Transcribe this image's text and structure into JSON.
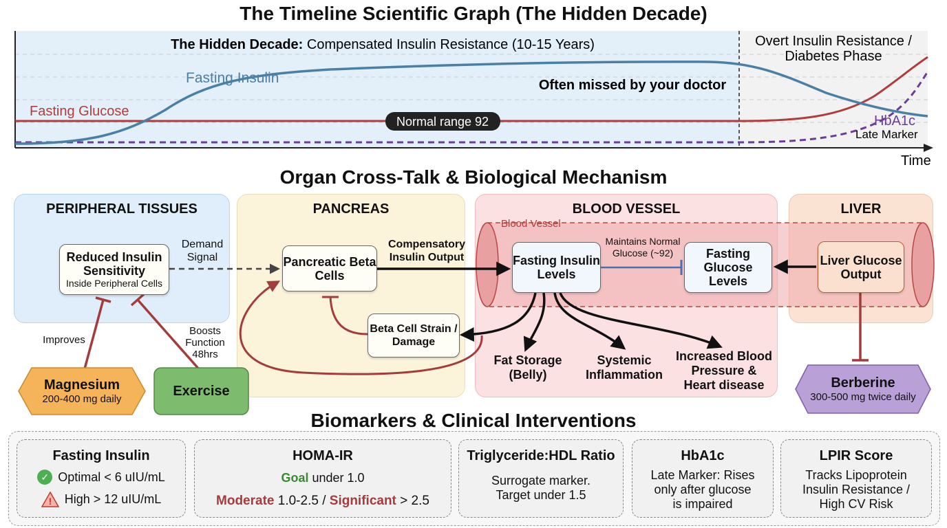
{
  "timeline": {
    "title": "The Timeline Scientific Graph (The Hidden Decade)",
    "hidden_decade_bold": "The Hidden Decade:",
    "hidden_decade_rest": " Compensated Insulin Resistance (10-15 Years)",
    "overt_phase": [
      "Overt Insulin Resistance /",
      "Diabetes Phase"
    ],
    "fasting_insulin": "Fasting Insulin",
    "fasting_glucose": "Fasting Glucose",
    "often_missed": "Often missed by your doctor",
    "normal_range": "Normal range 92",
    "hba1c": "HbA1c",
    "late_marker": "Late Marker",
    "time": "Time",
    "colors": {
      "insulin": "#4a7fa6",
      "glucose": "#b03c3c",
      "hba1c": "#6a3d9a",
      "hidden_bg": "#e3f0fa",
      "overt_bg": "#f2f2f2"
    }
  },
  "mechanism": {
    "title": "Organ Cross-Talk & Biological Mechanism",
    "panels": {
      "peripheral": "PERIPHERAL TISSUES",
      "pancreas": "PANCREAS",
      "blood_vessel": "BLOOD VESSEL",
      "liver": "LIVER"
    },
    "vessel_label": "Blood Vessel",
    "nodes": {
      "reduced_title": "Reduced Insulin Sensitivity",
      "reduced_sub": "Inside Peripheral Cells",
      "beta_cells": "Pancreatic Beta Cells",
      "beta_strain": "Beta Cell Strain / Damage",
      "fasting_insulin": "Fasting Insulin Levels",
      "fasting_glucose": "Fasting Glucose Levels",
      "liver_output": "Liver Glucose Output"
    },
    "labels": {
      "demand": "Demand Signal",
      "compensatory": "Compensatory Insulin Output",
      "maintains": "Maintains Normal Glucose (~92)",
      "improves": "Improves",
      "boosts": "Boosts Function 48hrs",
      "fat": "Fat Storage (Belly)",
      "inflammation": "Systemic Inflammation",
      "bp": "Increased Blood Pressure & Heart disease"
    },
    "interventions": {
      "magnesium": "Magnesium",
      "magnesium_dose": "200-400 mg daily",
      "exercise": "Exercise",
      "berberine": "Berberine",
      "berberine_dose": "300-500 mg twice daily"
    }
  },
  "biomarkers": {
    "title": "Biomarkers & Clinical Interventions",
    "fasting_insulin": {
      "title": "Fasting Insulin",
      "optimal": "Optimal < 6 uIU/mL",
      "high": "High > 12 uIU/mL"
    },
    "homa": {
      "title": "HOMA-IR",
      "goal": "Goal",
      "goal_rest": " under 1.0",
      "moderate": "Moderate",
      "moderate_rest": " 1.0-2.5 / ",
      "significant": "Significant",
      "significant_rest": " > 2.5"
    },
    "trig": {
      "title": "Triglyceride:HDL Ratio",
      "line1": "Surrogate marker.",
      "line2": "Target under 1.5"
    },
    "hba1c": {
      "title": "HbA1c",
      "line1": "Late Marker: Rises",
      "line2": "only after glucose",
      "line3": "is impaired"
    },
    "lpir": {
      "title": "LPIR Score",
      "line1": "Tracks Lipoprotein",
      "line2": "Insulin Resistance /",
      "line3": "High CV Risk"
    }
  }
}
